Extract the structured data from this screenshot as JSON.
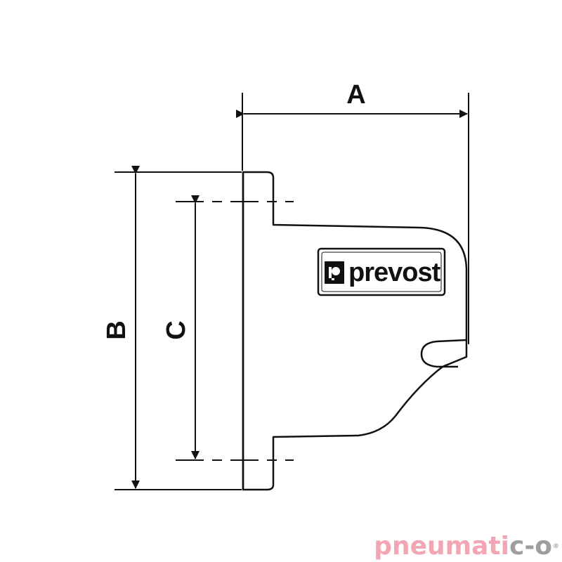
{
  "dimensions": {
    "a": "A",
    "b": "B",
    "c": "C"
  },
  "part_label": {
    "brand": "prevost"
  },
  "footer_logo": {
    "part1": "pneumati",
    "part2": "c-o",
    "registered": "®"
  },
  "colors": {
    "line": "#111111",
    "logo_pink": "#f2a6b4",
    "logo_gray": "#9e9e9e"
  }
}
